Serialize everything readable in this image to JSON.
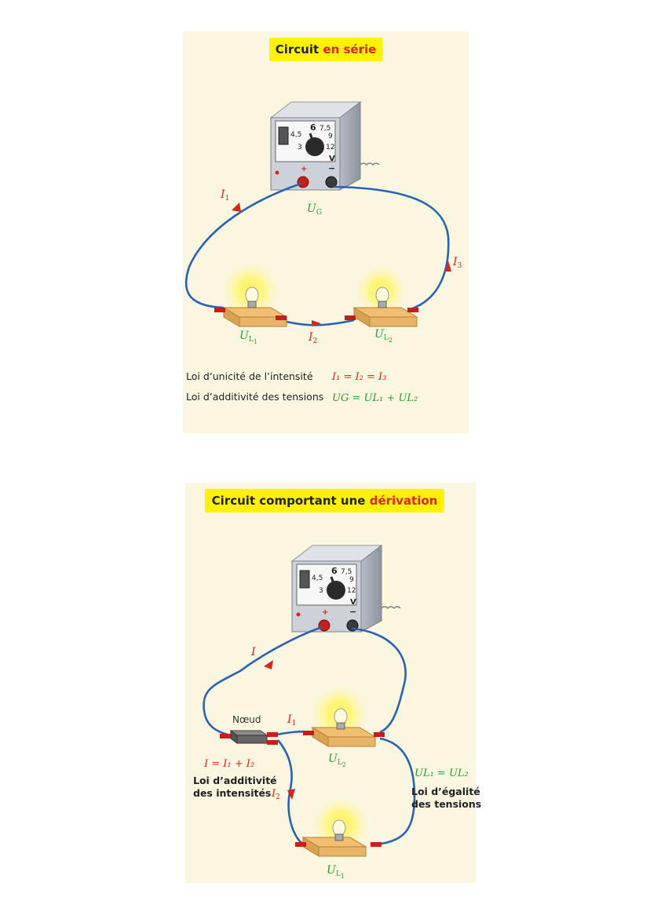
{
  "panel1": {
    "title_plain": "Circuit",
    "title_accent": "en série",
    "generator": {
      "dial": [
        "3",
        "4,5",
        "6",
        "7,5",
        "9",
        "12"
      ],
      "unit": "V",
      "plus": "+",
      "minus": "−"
    },
    "labels": {
      "UG": "U",
      "UG_sub": "G",
      "I1": "I",
      "I1_sub": "1",
      "I2": "I",
      "I2_sub": "2",
      "I3": "I",
      "I3_sub": "3",
      "UL1": "U",
      "UL1_sub": "L",
      "UL1_sub2": "1",
      "UL2": "U",
      "UL2_sub": "L",
      "UL2_sub2": "2"
    },
    "law1_text": "Loi d’unicité de l’intensité",
    "law1_formula": "I₁ = I₂ = I₃",
    "law2_text": "Loi d’additivité des tensions",
    "law2_formula": "UG = UL₁ + UL₂"
  },
  "panel2": {
    "title_plain": "Circuit comportant une",
    "title_accent": "dérivation",
    "generator": {
      "dial": [
        "3",
        "4,5",
        "6",
        "7,5",
        "9",
        "12"
      ],
      "unit": "V",
      "plus": "+",
      "minus": "−"
    },
    "node_label": "Nœud",
    "labels": {
      "I": "I",
      "I1": "I",
      "I1_sub": "1",
      "I2": "I",
      "I2_sub": "2",
      "UL1": "U",
      "UL1_sub": "L",
      "UL1_sub2": "1",
      "UL2": "U",
      "UL2_sub": "L",
      "UL2_sub2": "2"
    },
    "formula_I": "I = I₁ + I₂",
    "law_intensities_1": "Loi d’additivité",
    "law_intensities_2": "des intensités",
    "formula_U": "UL₁ = UL₂",
    "law_tensions_1": "Loi d’égalité",
    "law_tensions_2": "des tensions"
  },
  "colors": {
    "wire": "#2a62b3",
    "current": "#d4271c",
    "voltage": "#2f9a3a",
    "title_bg": "#fff200",
    "panel_bg": "#fbf6df"
  }
}
